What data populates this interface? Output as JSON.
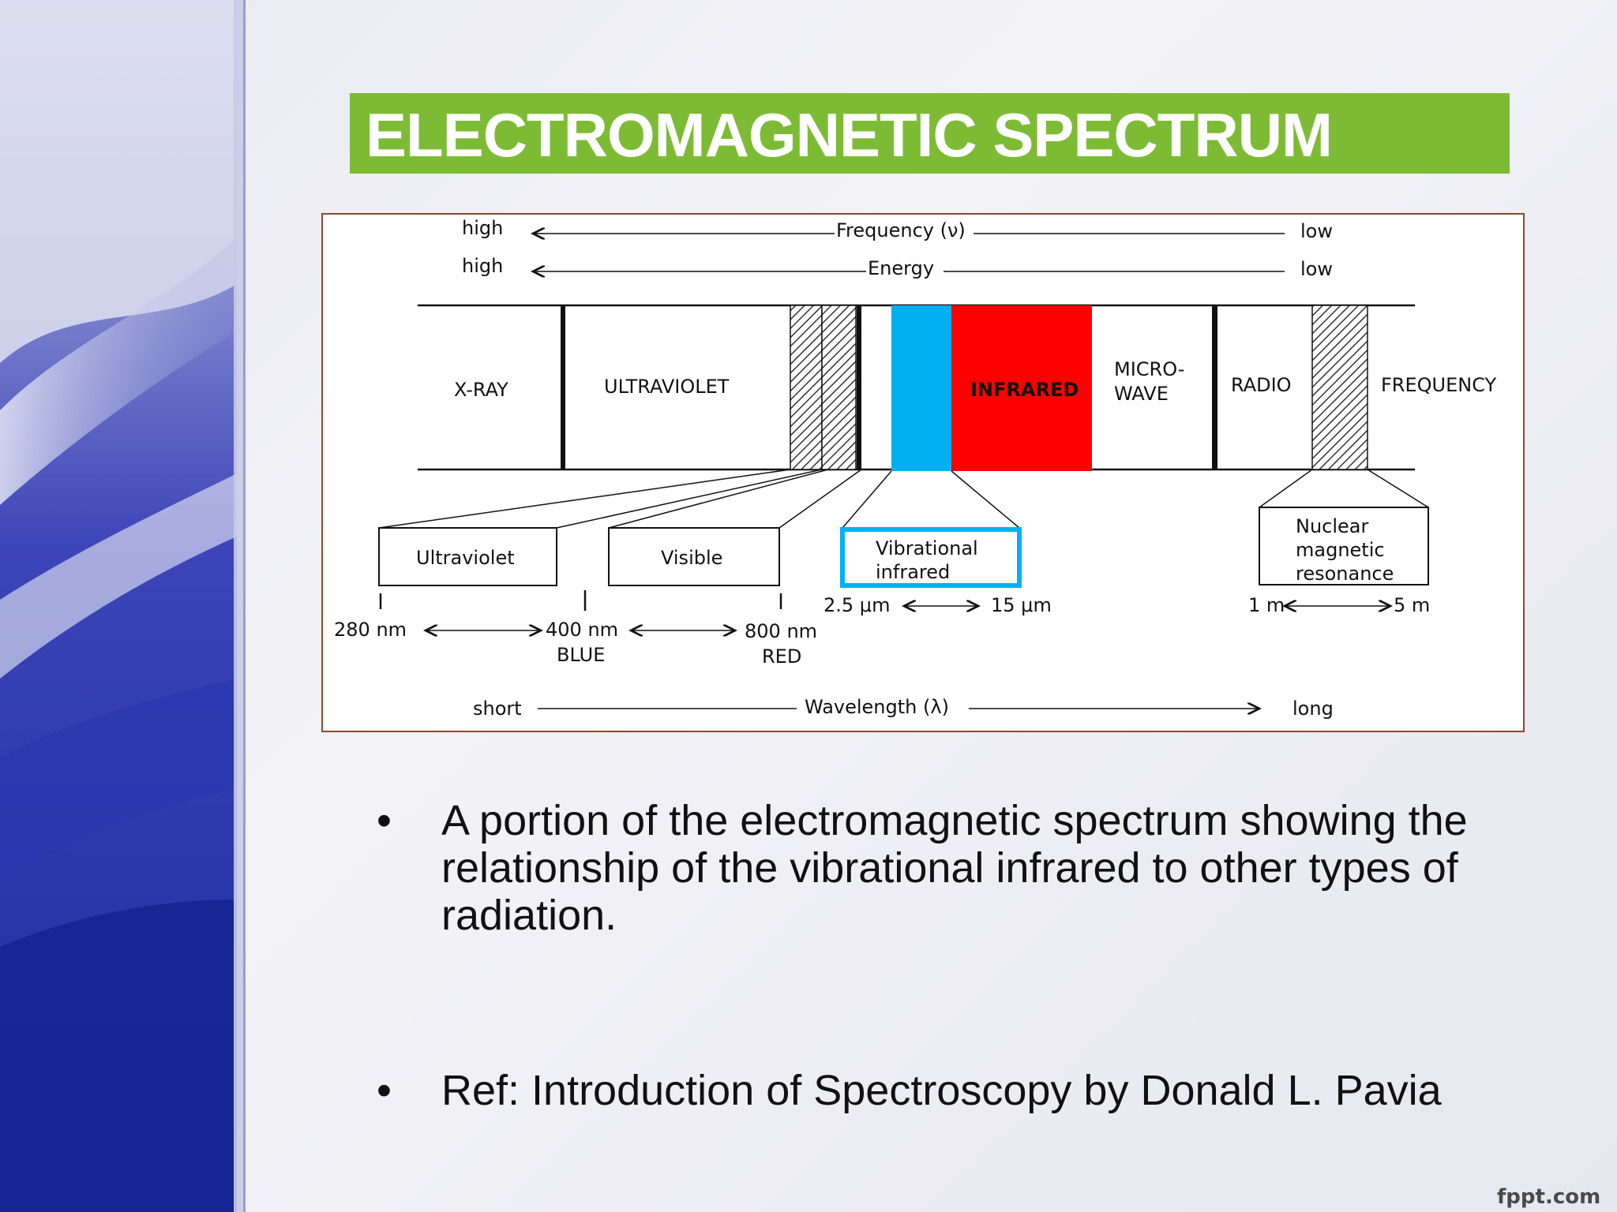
{
  "title": "ELECTROMAGNETIC SPECTRUM",
  "figure": {
    "frequency_high": "high",
    "frequency_low": "low",
    "frequency_label": "Frequency (ν)",
    "energy_high": "high",
    "energy_low": "low",
    "energy_label": "Energy",
    "regions": {
      "xray": "X-RAY",
      "uv": "ULTRAVIOLET",
      "infrared": "INFRARED",
      "microwave_1": "MICRO-",
      "microwave_2": "WAVE",
      "radio": "RADIO",
      "frequency": "FREQUENCY"
    },
    "boxes": {
      "ultraviolet": "Ultraviolet",
      "visible": "Visible",
      "vib_1": "Vibrational",
      "vib_2": "infrared",
      "nmr_1": "Nuclear",
      "nmr_2": "magnetic",
      "nmr_3": "resonance"
    },
    "scale": {
      "nm280": "280 nm",
      "nm400": "400 nm",
      "blue": "BLUE",
      "nm800": "800 nm",
      "red": "RED",
      "um25": "2.5 μm",
      "um15": "15 μm",
      "m1": "1 m",
      "m5": "5 m"
    },
    "wavelength_short": "short",
    "wavelength_label": "Wavelength (λ)",
    "wavelength_long": "long"
  },
  "bullets": [
    "A portion of the electromagnetic spectrum showing the relationship of the vibrational infrared to other types of radiation.",
    "Ref: Introduction of Spectroscopy by Donald L. Pavia"
  ],
  "bullet_symbol": "•",
  "footer": "fppt.com",
  "colors": {
    "title_bar": "#7dbb35",
    "infrared": "#ff0000",
    "vibrational": "#00b0f0"
  }
}
